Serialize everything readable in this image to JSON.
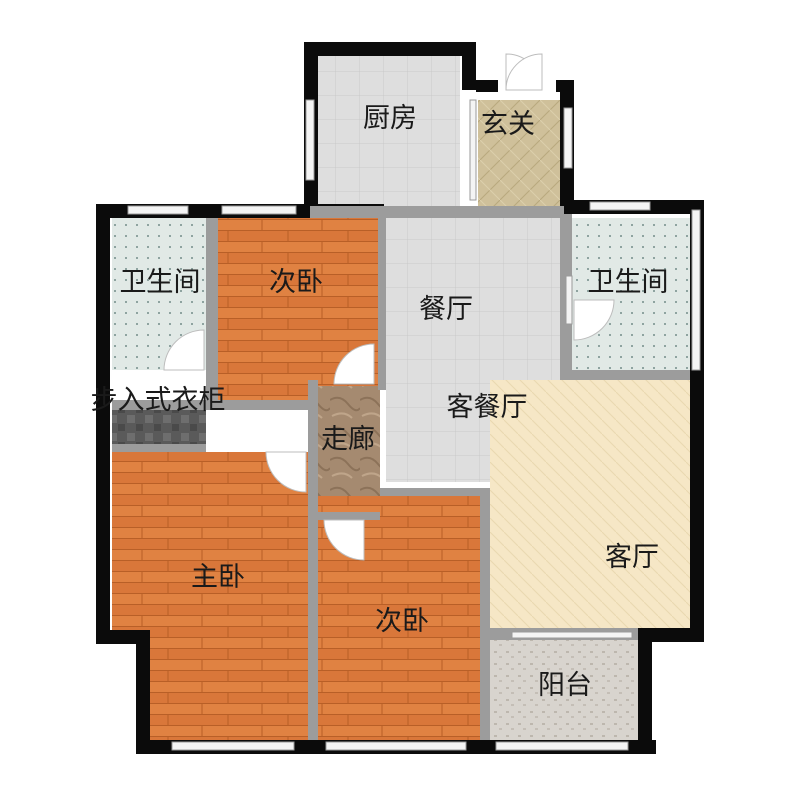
{
  "colors": {
    "wall": "#0b0b0b",
    "partition": "#9a9a9a",
    "wood": "#d9773a",
    "tile_gray": "#dcdcdc",
    "tile_blue": "#dde6e3",
    "entry": "#cfc09a",
    "living": "#f5e6c4",
    "balcony": "#d6d2cc",
    "closet": "#5c5c5c",
    "corridor": "#a5896f",
    "window": "#f2f2f2"
  },
  "rooms": {
    "kitchen": {
      "label": "厨房",
      "icon": "tile-grid"
    },
    "entry": {
      "label": "玄关",
      "icon": "diagonal-tile"
    },
    "bath_left": {
      "label": "卫生间",
      "icon": "mosaic-tile"
    },
    "bath_right": {
      "label": "卫生间",
      "icon": "mosaic-tile"
    },
    "bedroom_top": {
      "label": "次卧",
      "icon": "wood-floor"
    },
    "dining": {
      "label": "餐厅",
      "icon": "tile-grid"
    },
    "closet": {
      "label": "步入式衣柜",
      "icon": "dark-tile"
    },
    "living_dining": {
      "label": "客餐厅"
    },
    "corridor": {
      "label": "走廊",
      "icon": "marble-floor"
    },
    "master": {
      "label": "主卧",
      "icon": "wood-floor"
    },
    "bedroom_bottom": {
      "label": "次卧",
      "icon": "wood-floor"
    },
    "living": {
      "label": "客厅",
      "icon": "diagonal-floor"
    },
    "balcony": {
      "label": "阳台",
      "icon": "tile-grid"
    }
  }
}
